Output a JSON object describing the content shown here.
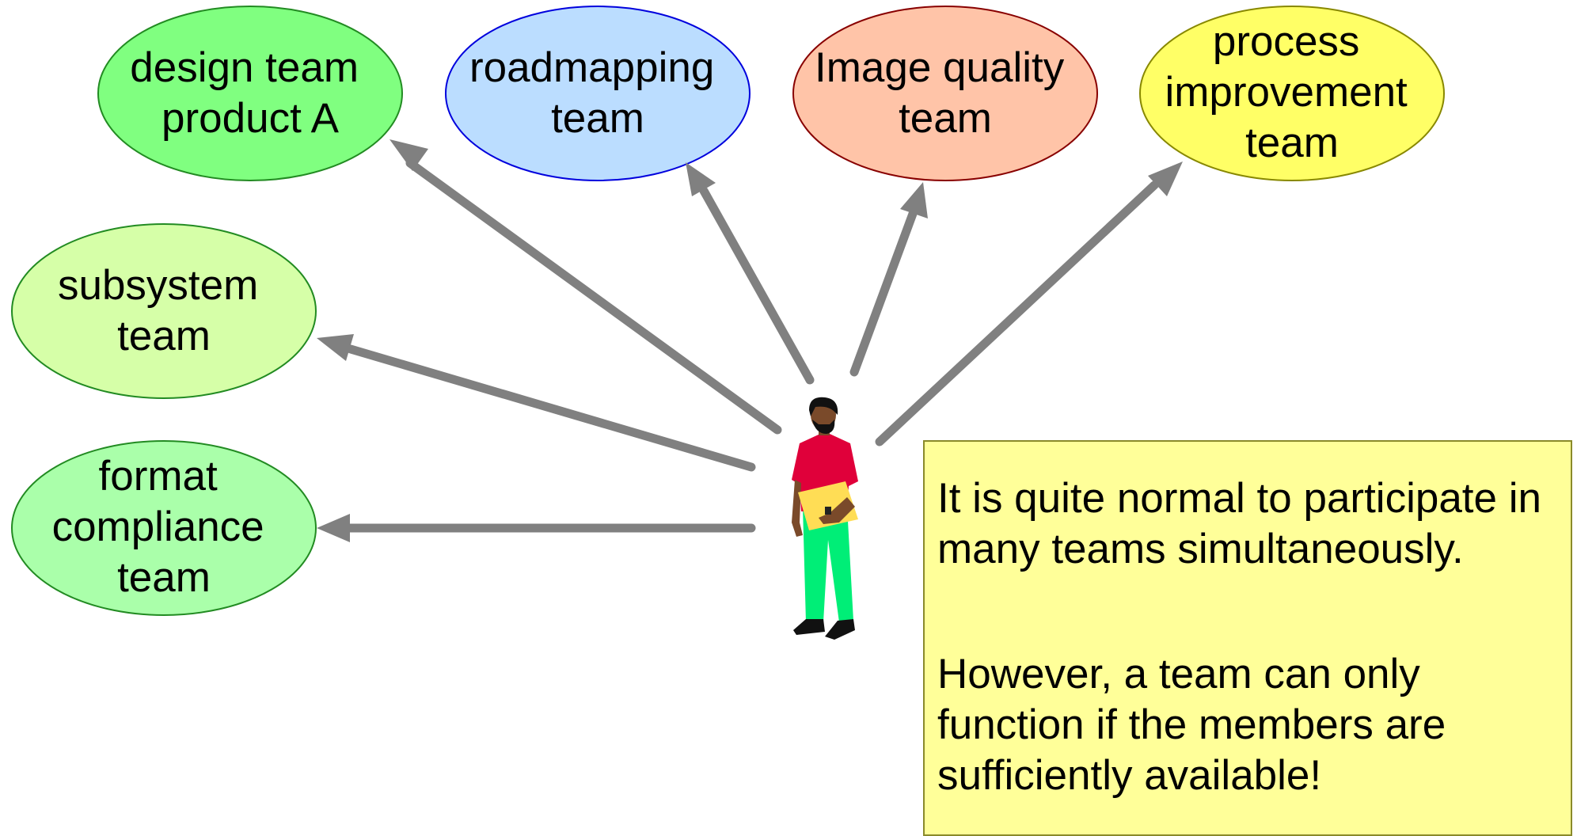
{
  "teams": [
    {
      "id": "design",
      "lines": [
        "design team",
        "product A"
      ],
      "fill": "#80ff80",
      "stroke": "#228b22"
    },
    {
      "id": "roadmapping",
      "lines": [
        "roadmapping",
        "team"
      ],
      "fill": "#bbddff",
      "stroke": "#0000dd"
    },
    {
      "id": "image-quality",
      "lines": [
        "Image quality",
        "team"
      ],
      "fill": "#ffc4a8",
      "stroke": "#880000"
    },
    {
      "id": "process-improvement",
      "lines": [
        "process",
        "improvement",
        "team"
      ],
      "fill": "#ffff66",
      "stroke": "#888800"
    },
    {
      "id": "subsystem",
      "lines": [
        "subsystem",
        "team"
      ],
      "fill": "#d6ffa8",
      "stroke": "#228b22"
    },
    {
      "id": "format-compliance",
      "lines": [
        "format",
        "compliance",
        "team"
      ],
      "fill": "#aaffaa",
      "stroke": "#228b22"
    }
  ],
  "note": {
    "paragraph_1": "It is quite normal to participate in many teams simultaneously.",
    "paragraph_2": "However, a team can only function if the members are sufficiently available!"
  },
  "colors": {
    "arrow": "#808080",
    "note_fill": "#ffff99",
    "person_shirt": "#e0003a",
    "person_trousers": "#00ee77",
    "person_folder": "#ffdd55",
    "person_skin": "#7a4a2a"
  }
}
